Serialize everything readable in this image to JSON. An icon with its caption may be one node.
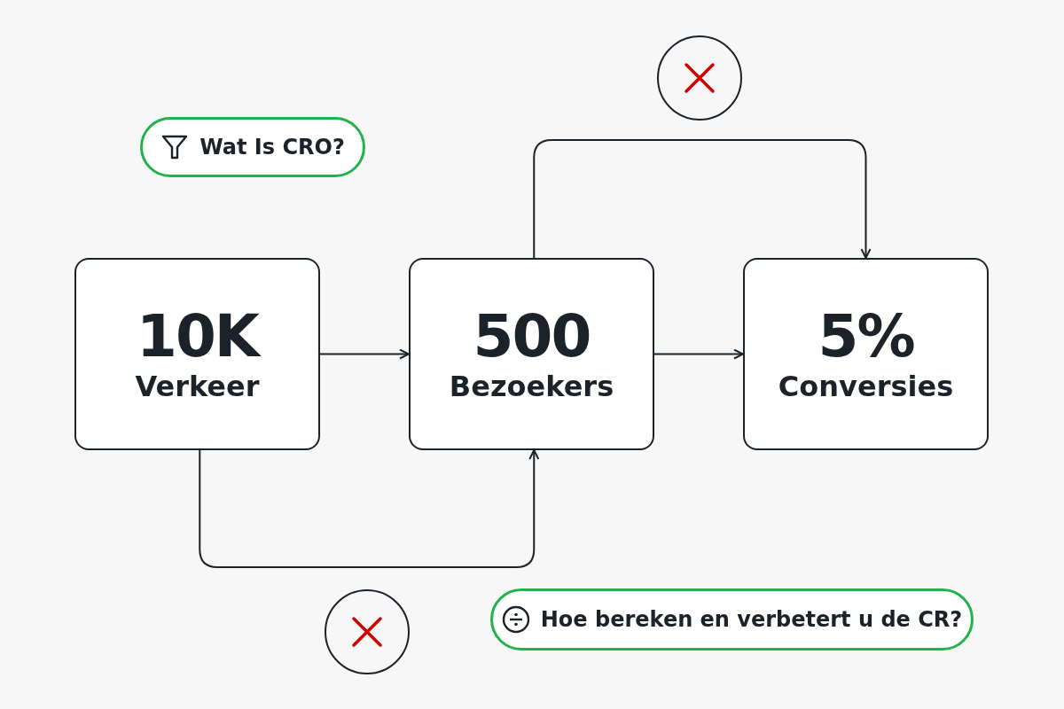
{
  "diagram": {
    "nodes": [
      {
        "text": [
          "10K",
          "Verkeer"
        ]
      },
      {
        "text": [
          "500",
          "Bezoekers"
        ]
      },
      {
        "text": [
          "5%",
          "Conversies"
        ]
      },
      {
        "text": [
          "Wat Is CRO?"
        ]
      },
      {
        "text": [
          "Hoe bereken en verbetert u de CR?"
        ]
      }
    ],
    "edges": [
      {
        "from": 0,
        "to": 1,
        "arrow": "to"
      },
      {
        "from": 1,
        "to": 2,
        "arrow": "to"
      },
      {
        "from": 0,
        "to": 1,
        "arrow": "to"
      },
      {
        "from": 1,
        "to": 2,
        "arrow": "to"
      }
    ]
  }
}
